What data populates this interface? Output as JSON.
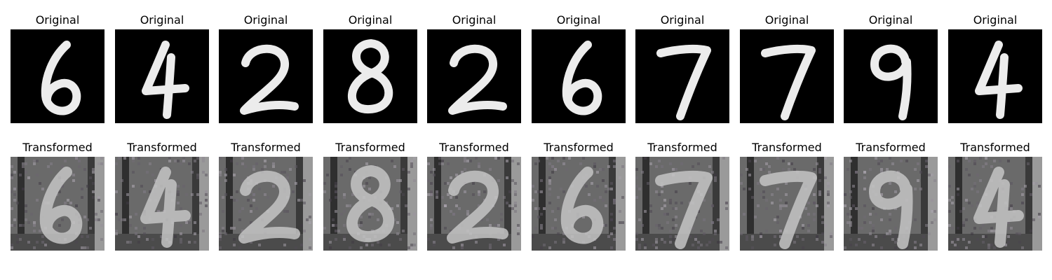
{
  "rows": [
    {
      "label": "Original",
      "style": "original",
      "panels": [
        {
          "digit": "6"
        },
        {
          "digit": "4"
        },
        {
          "digit": "2"
        },
        {
          "digit": "8"
        },
        {
          "digit": "2"
        },
        {
          "digit": "6"
        },
        {
          "digit": "7"
        },
        {
          "digit": "7"
        },
        {
          "digit": "9"
        },
        {
          "digit": "4"
        }
      ]
    },
    {
      "label": "Transformed",
      "style": "transformed",
      "panels": [
        {
          "digit": "6"
        },
        {
          "digit": "4"
        },
        {
          "digit": "2"
        },
        {
          "digit": "8"
        },
        {
          "digit": "2"
        },
        {
          "digit": "6"
        },
        {
          "digit": "7"
        },
        {
          "digit": "7"
        },
        {
          "digit": "9"
        },
        {
          "digit": "4"
        }
      ]
    }
  ],
  "colors": {
    "original_bg": "#000000",
    "original_stroke": "#ececec",
    "transformed_bg": "#6a6a6a",
    "transformed_stroke": "#c4c4c4",
    "title_text": "#000000"
  }
}
